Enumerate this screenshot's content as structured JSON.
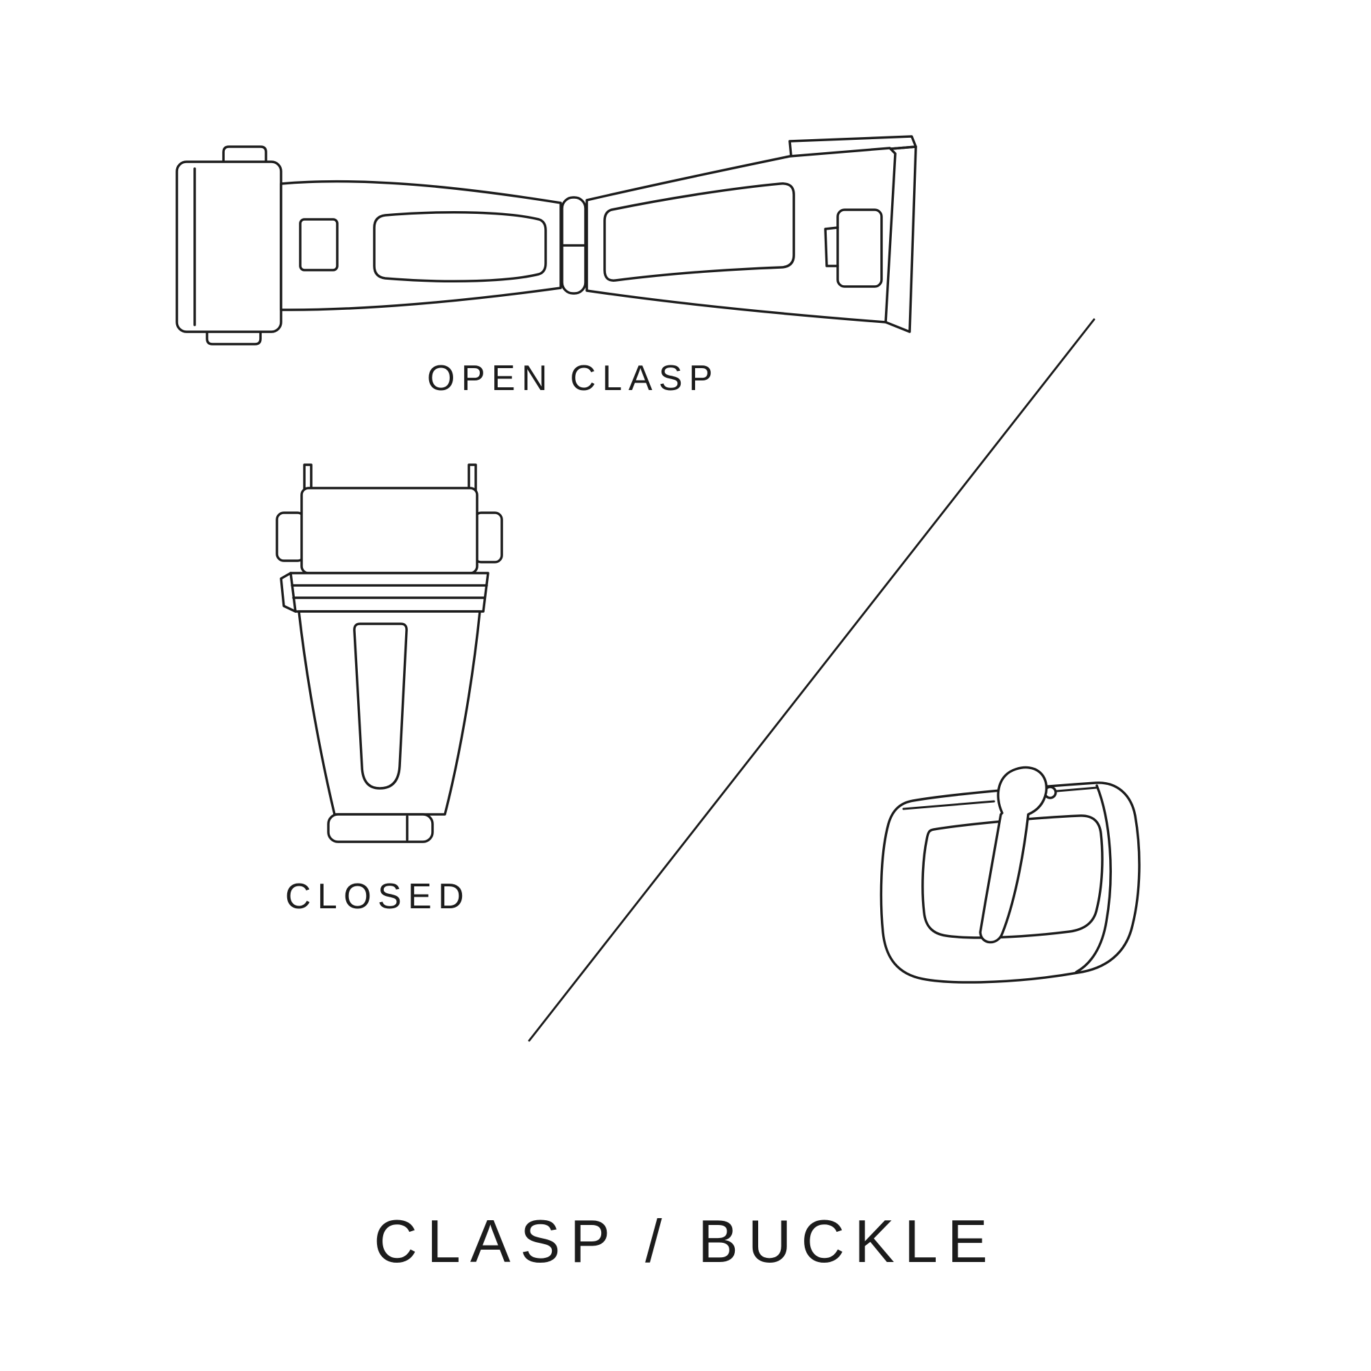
{
  "page": {
    "background_color": "#ffffff",
    "line_color": "#1c1c1c"
  },
  "labels": {
    "open_clasp": "OPEN CLASP",
    "closed": "CLOSED",
    "title": "CLASP / BUCKLE"
  },
  "illustrations": {
    "open_clasp": "open-deployant-clasp-line-drawing",
    "closed_clasp": "closed-clasp-line-drawing",
    "buckle": "tang-buckle-line-drawing",
    "divider": "diagonal-divider-line"
  }
}
